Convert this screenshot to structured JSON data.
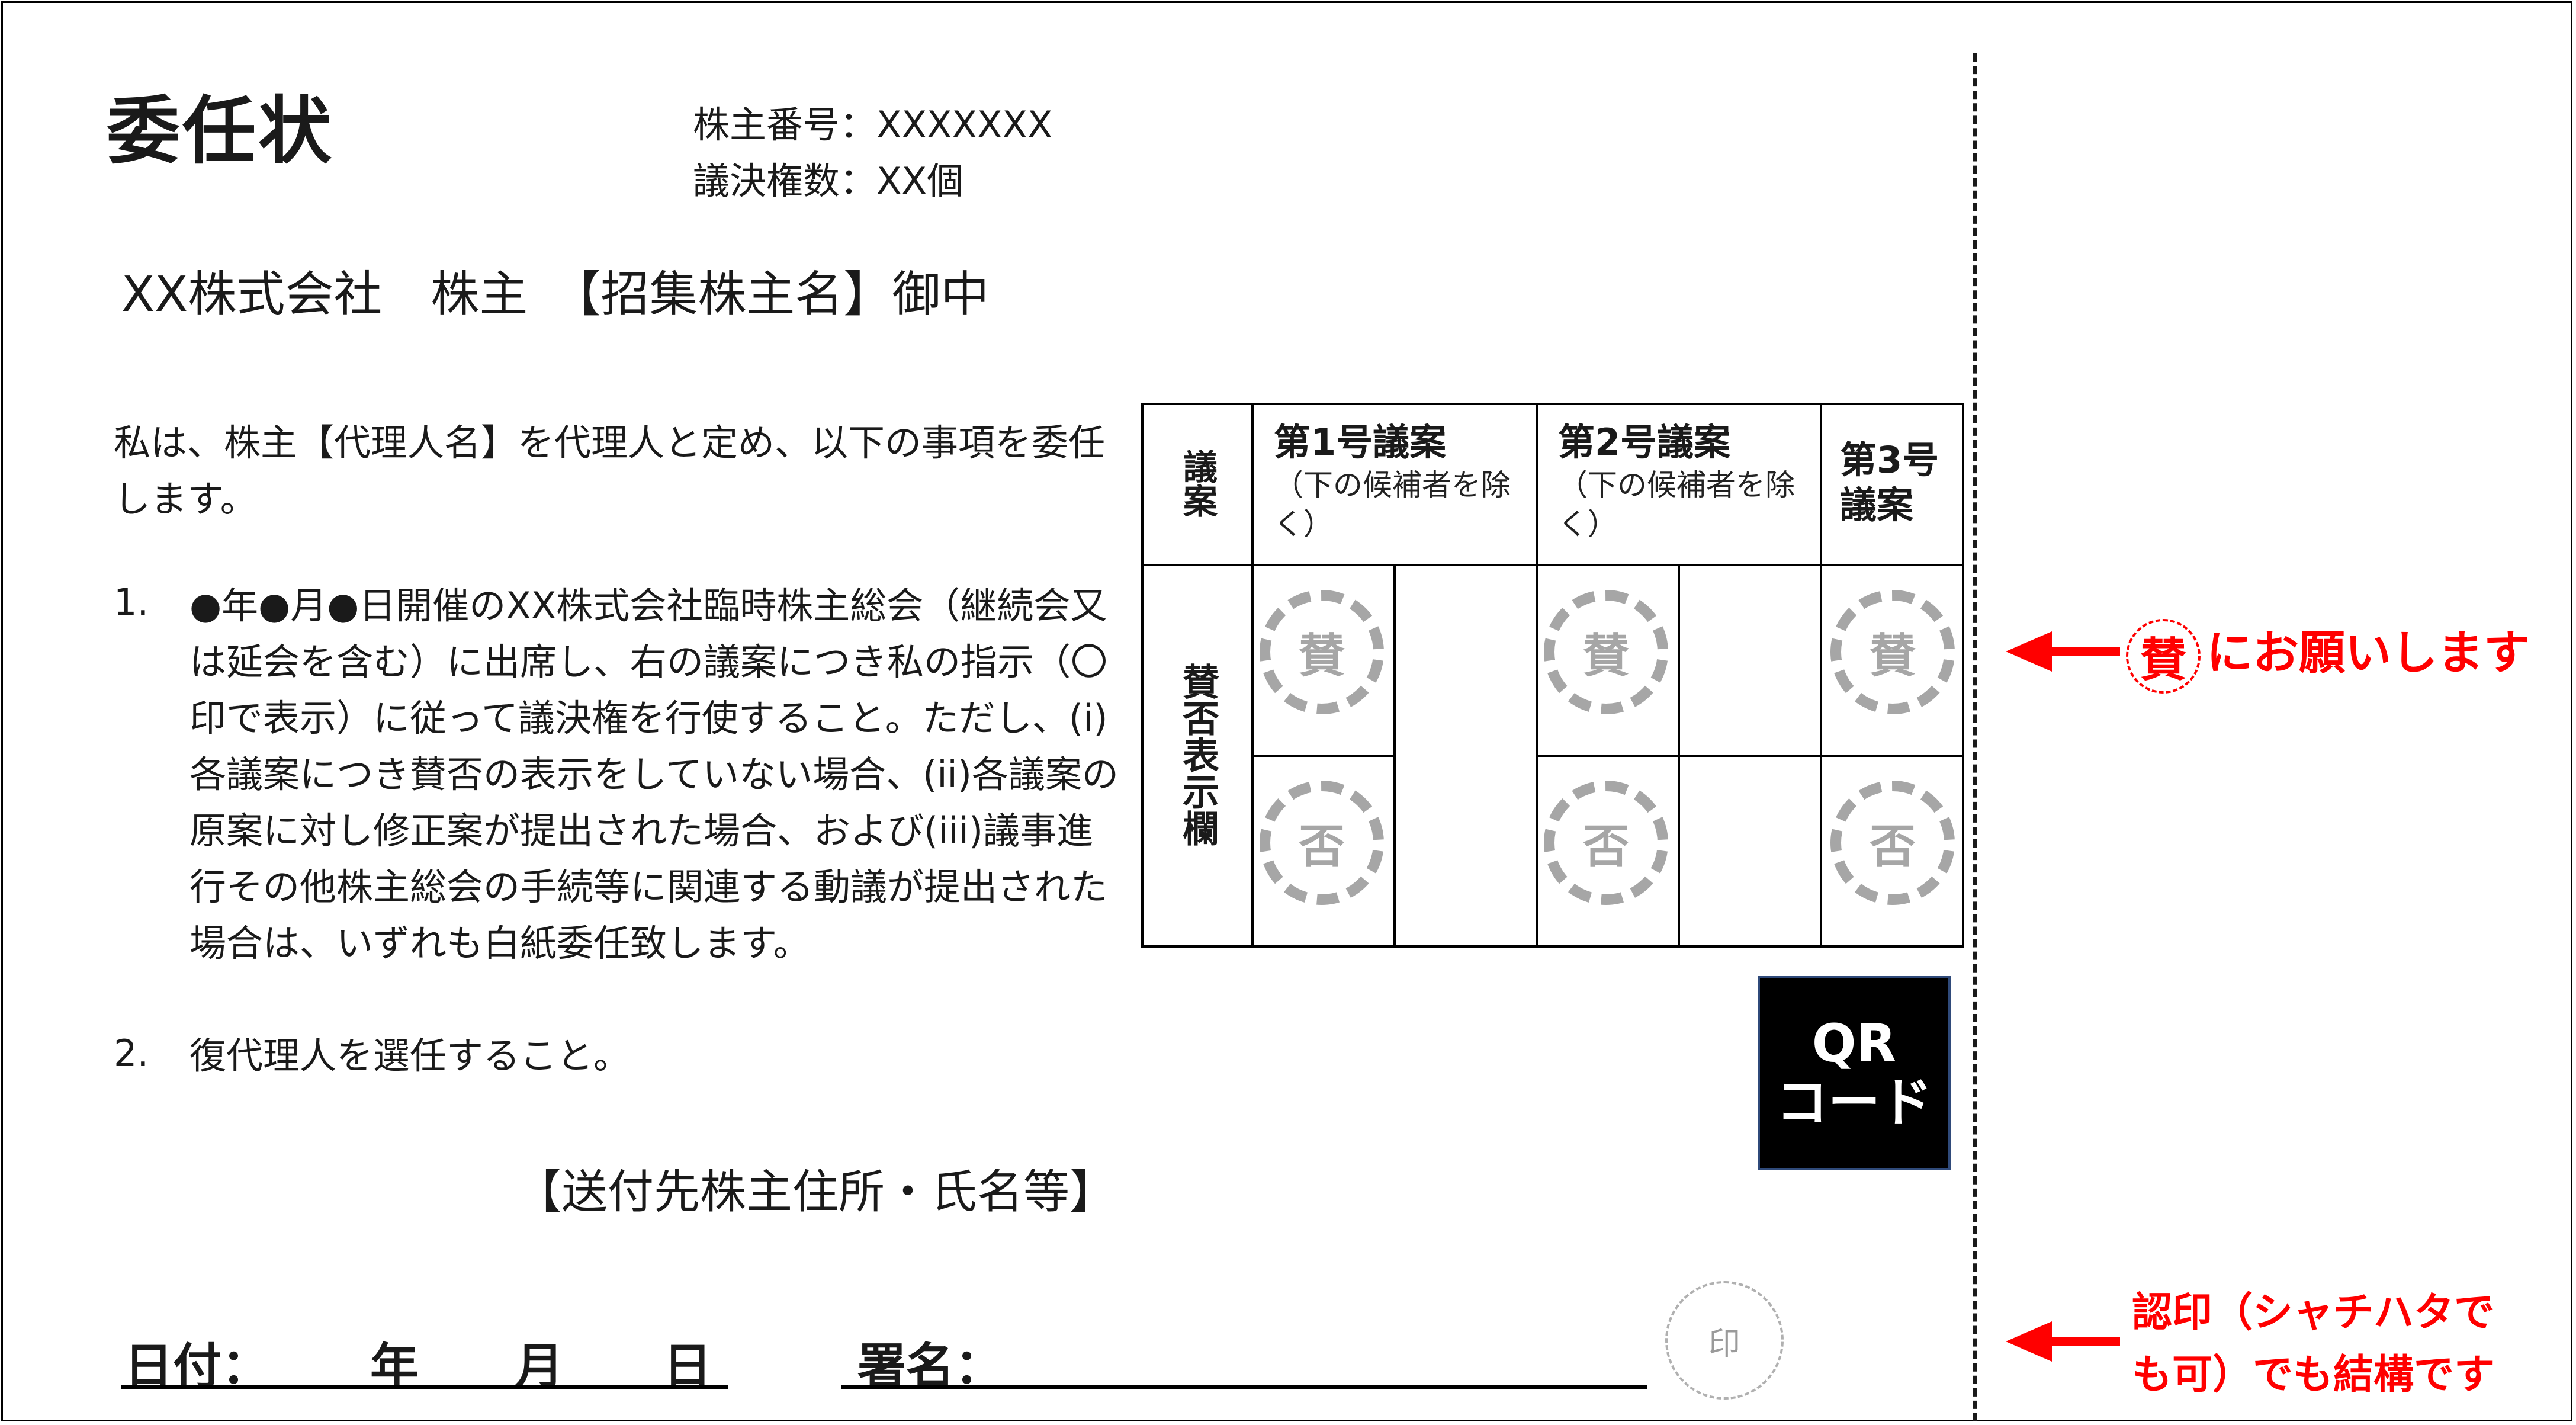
{
  "document": {
    "title": "委任状",
    "shareholder_number": "株主番号：XXXXXXX",
    "voting_rights": "議決権数：XX個",
    "addressee": "XX株式会社　株主　【招集株主名】御中",
    "intro": "私は、株主【代理人名】を代理人と定め、以下の事項を委任します。",
    "items": [
      {
        "num": "1.",
        "text": "●年●月●日開催のXX株式会社臨時株主総会（継続会又は延会を含む）に出席し、右の議案につき私の指示（〇印で表示）に従って議決権を行使すること。ただし、(i)各議案につき賛否の表示をしていない場合、(ii)各議案の原案に対し修正案が提出された場合、および(iii)議事進行その他株主総会の手続等に関連する動議が提出された場合は、いずれも白紙委任致します。"
      },
      {
        "num": "2.",
        "text": "復代理人を選任すること。"
      }
    ],
    "sender": "【送付先株主住所・氏名等】",
    "date_label": "日付：",
    "year": "年",
    "month": "月",
    "day": "日",
    "signature_label": "署名：",
    "seal": "印"
  },
  "vote_table": {
    "header_label": "議案",
    "row_label": "賛否表示欄",
    "proposals": [
      {
        "title": "第1号議案",
        "note": "（下の候補者を除く）"
      },
      {
        "title": "第2号議案",
        "note": "（下の候補者を除く）"
      },
      {
        "title": "第3号議案",
        "note": ""
      }
    ],
    "approve": "賛",
    "reject": "否"
  },
  "qr": {
    "line1": "QR",
    "line2": "コード"
  },
  "annotations": {
    "approve_char": "賛",
    "approve_note": "にお願いします",
    "seal_note_line1": "認印（シャチハタで",
    "seal_note_line2": "も可）でも結構です"
  },
  "colors": {
    "annotation": "#ff0000",
    "stamp_gray": "#a6a6a6"
  }
}
